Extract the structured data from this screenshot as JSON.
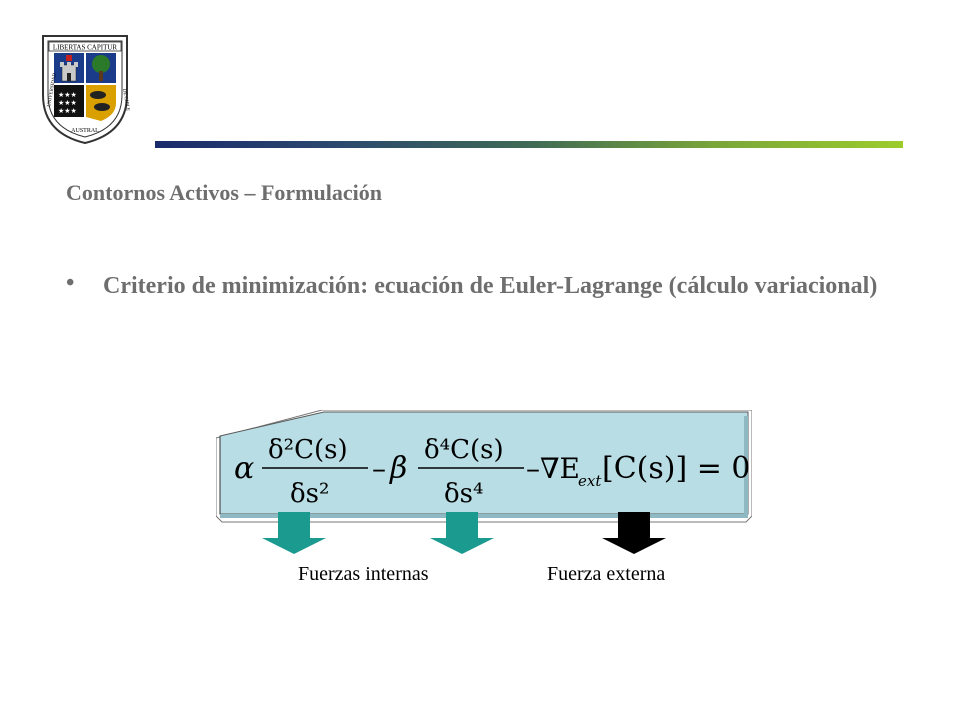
{
  "logo": {
    "motto": "LIBERTAS CAPITUR",
    "ring_text_left": "UNIVERSIDAD",
    "ring_text_bottom": "AUSTRAL",
    "ring_text_right": "DE CHILE"
  },
  "slide": {
    "title": "Contornos Activos – Formulación",
    "bullet_symbol": "•",
    "bullet_text": "Criterio de minimización: ecuación de Euler-Lagrange (cálculo variacional)"
  },
  "equation": {
    "alpha": "α",
    "num1": "δ²C(s)",
    "den1": "δs²",
    "minus1": "–",
    "beta": "β",
    "num2": "δ⁴C(s)",
    "den2": "δs⁴",
    "grad_term": "–∇E",
    "ext_sub": "ext",
    "bracket_term": "[C(s)] = 0"
  },
  "labels": {
    "internal": "Fuerzas internas",
    "external": "Fuerza externa"
  },
  "colors": {
    "text_gray": "#6e6e6e",
    "box_fill": "#b8dde4",
    "arrow_internal": "#1b9a90",
    "arrow_external": "#000000"
  }
}
